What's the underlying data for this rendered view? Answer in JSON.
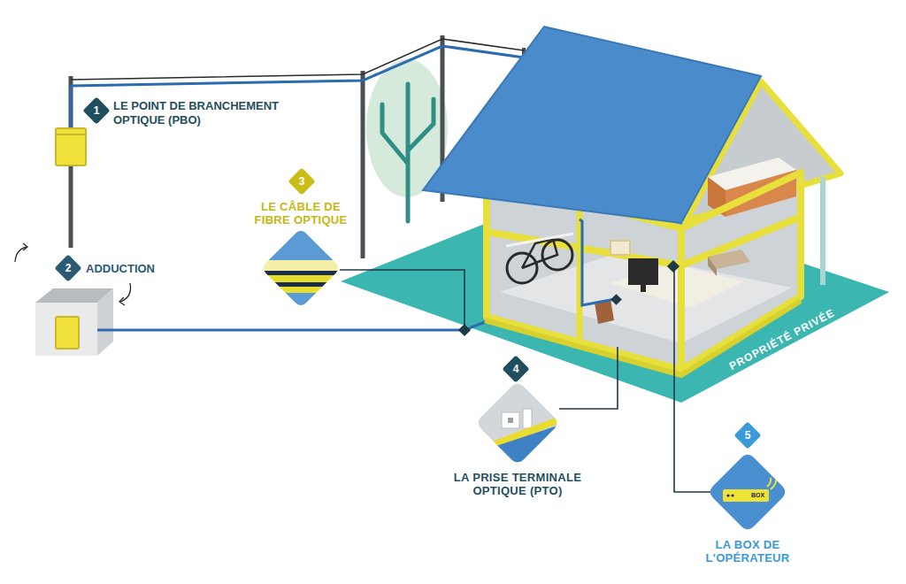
{
  "diagram": {
    "nodes": [
      {
        "text": [
          "LE CÂBLE DE FIBRE OPTIQUE"
        ]
      },
      {
        "text": [
          "LA PRISE TERMINALE OPTIQUE (PTO)"
        ]
      },
      {
        "text": [
          "LA BOX DE L'OPÉRATEUR",
          "BOX"
        ]
      }
    ],
    "labels": [
      "1",
      "LE POINT DE BRANCHEMENT OPTIQUE (PBO)",
      "2",
      "ADDUCTION",
      "3",
      "4",
      "5",
      "PROPRIÉTÉ PRIVÉE"
    ]
  }
}
